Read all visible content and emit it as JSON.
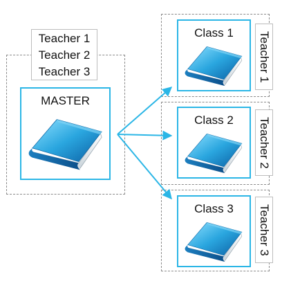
{
  "master": {
    "title": "MASTER",
    "teachers": [
      "Teacher 1",
      "Teacher 2",
      "Teacher 3"
    ]
  },
  "classes": [
    {
      "title": "Class 1",
      "teacher": "Teacher 1"
    },
    {
      "title": "Class 2",
      "teacher": "Teacher 2"
    },
    {
      "title": "Class 3",
      "teacher": "Teacher 3"
    }
  ],
  "colors": {
    "accent": "#2bb6e6",
    "dashed_border": "#8a8a8a",
    "book_cover": "#2aa6df",
    "book_pages": "#e8eef2"
  },
  "icons": {
    "book": "book-icon",
    "arrow": "arrow-right-icon"
  }
}
